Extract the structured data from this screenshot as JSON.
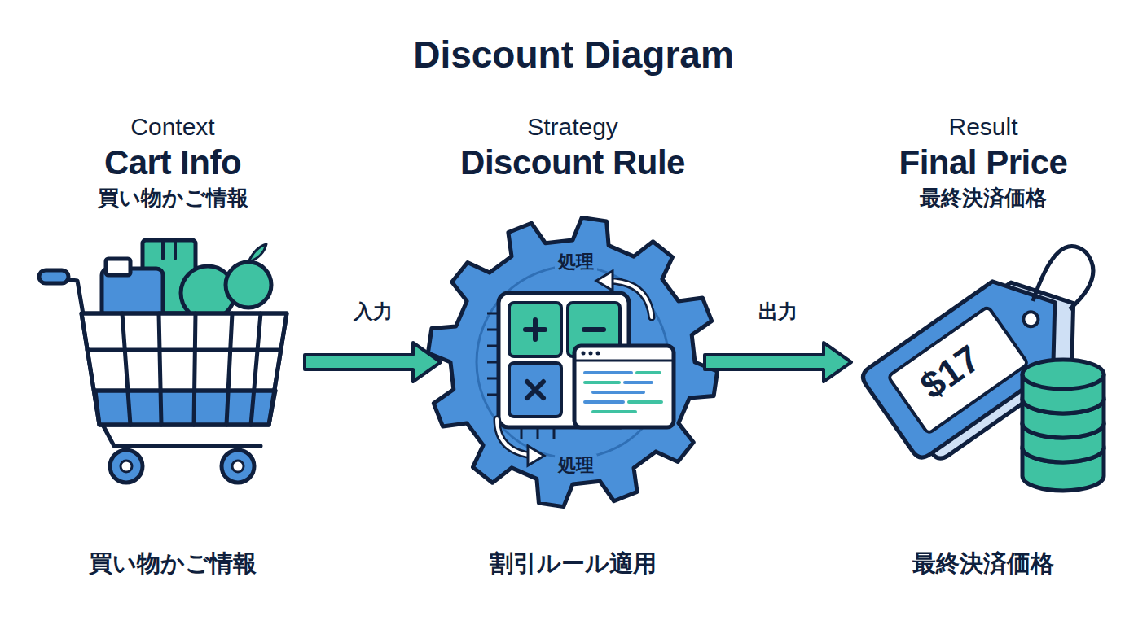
{
  "diagram": {
    "title": "Discount Diagram",
    "nodes": [
      {
        "text": [
          "Context",
          "Cart Info",
          "買い物かご情報",
          "買い物かご情報"
        ]
      },
      {
        "text": [
          "Strategy",
          "Discount Rule",
          "割引ルール適用"
        ]
      },
      {
        "text": [
          "Result",
          "Final Price",
          "最終決済価格",
          "最終決済価格"
        ]
      }
    ],
    "edges": [
      {
        "from": 0,
        "to": 1,
        "arrow": "to",
        "label": "入力"
      },
      {
        "from": 1,
        "to": 2,
        "arrow": "to",
        "label": "出力"
      }
    ],
    "labels": [
      "処理",
      "処理",
      "$17"
    ]
  }
}
